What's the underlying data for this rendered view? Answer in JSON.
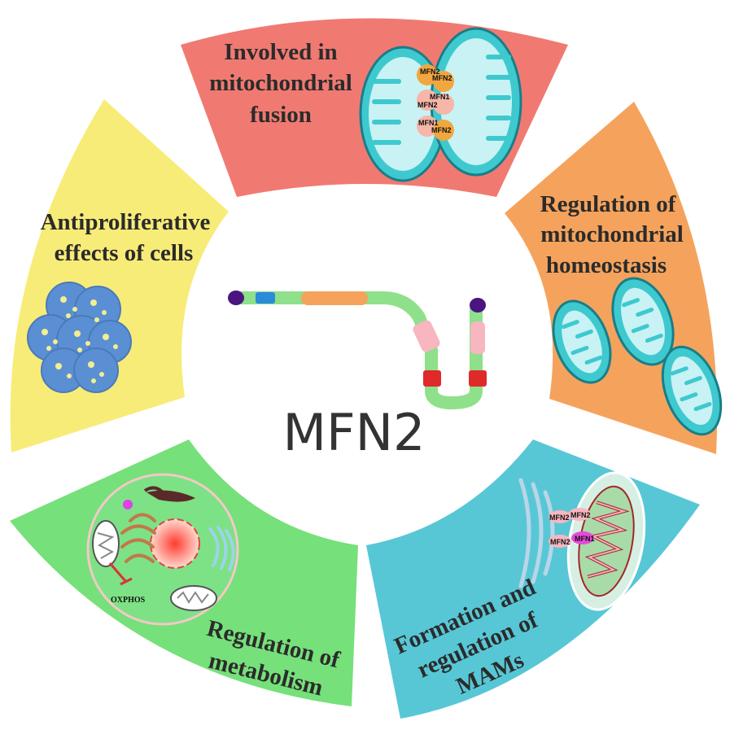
{
  "center": {
    "title": "MFN2"
  },
  "segments": {
    "fusion": {
      "lines": [
        "Involved in",
        "mitochondrial",
        "fusion"
      ],
      "color": "#f07a72"
    },
    "homeostasis": {
      "lines": [
        "Regulation of",
        "mitochondrial",
        "homeostasis"
      ],
      "color": "#f5a35c"
    },
    "mams": {
      "lines": [
        "Formation and",
        "regulation of",
        "MAMs"
      ],
      "color": "#57c7d6"
    },
    "metabolism": {
      "lines": [
        "Regulation of",
        "metabolism"
      ],
      "color": "#76e07a"
    },
    "antiproliferative": {
      "lines": [
        "Antiproliferative",
        "effects of cells"
      ],
      "color": "#f8ec78"
    }
  },
  "fusion_labels": [
    "MFN2",
    "MFN2",
    "MFN1",
    "MFN2",
    "MFN1",
    "MFN2"
  ],
  "mams_labels": [
    "MFN2",
    "MFN2",
    "MFN2",
    "MFN1"
  ],
  "metabolism_label": "OXPHOS"
}
